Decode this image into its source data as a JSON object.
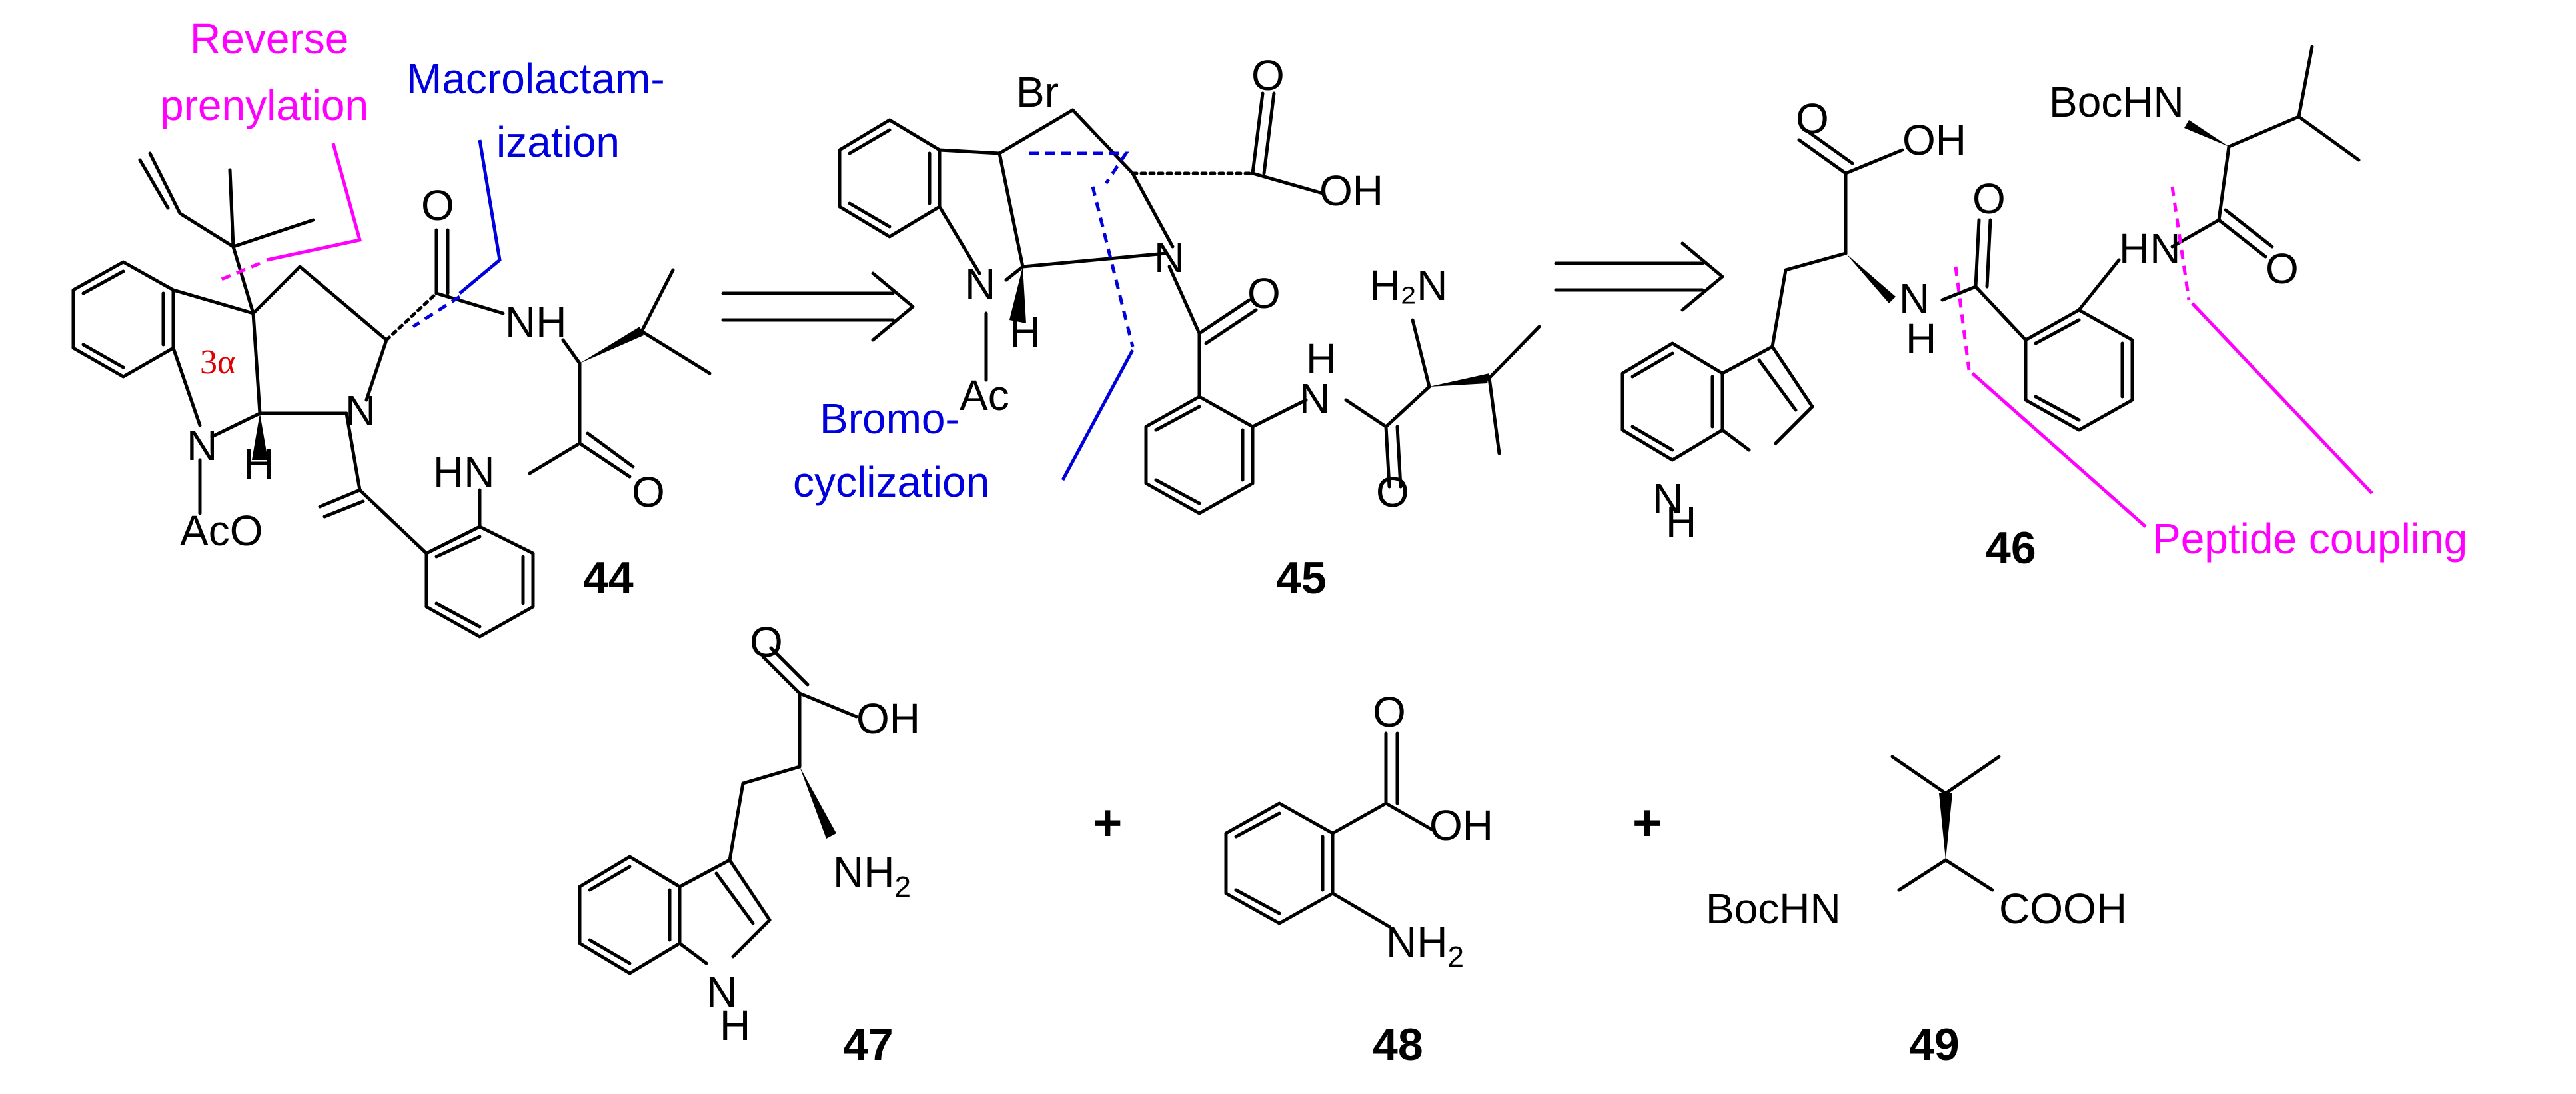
{
  "colors": {
    "magenta": "#ff00ff",
    "blue": "#0000dd",
    "red": "#e00000",
    "bond": "#000000"
  },
  "compounds": {
    "c44": {
      "number": "44"
    },
    "c45": {
      "number": "45"
    },
    "c46": {
      "number": "46"
    },
    "c47": {
      "number": "47"
    },
    "c48": {
      "number": "48"
    },
    "c49": {
      "number": "49"
    }
  },
  "atoms": {
    "N": "N",
    "NH": "NH",
    "HN": "HN",
    "H": "H",
    "O": "O",
    "OH": "OH",
    "Br": "Br",
    "Ac": "Ac",
    "AcO": "AcO",
    "H2N": "H₂N",
    "NH2": "NH₂",
    "BocHN": "BocHN",
    "COOH": "COOH",
    "alpha3": "3α"
  },
  "annotations": {
    "reverse_prenylation": [
      "Reverse",
      "prenylation"
    ],
    "macrolactamization": [
      "Macrolactam-",
      "ization"
    ],
    "bromocyclization": [
      "Bromo-",
      "cyclization"
    ],
    "peptide_coupling": "Peptide coupling"
  },
  "operators": {
    "plus": "+"
  },
  "arrows": {
    "style": "retrosynthetic-double"
  }
}
